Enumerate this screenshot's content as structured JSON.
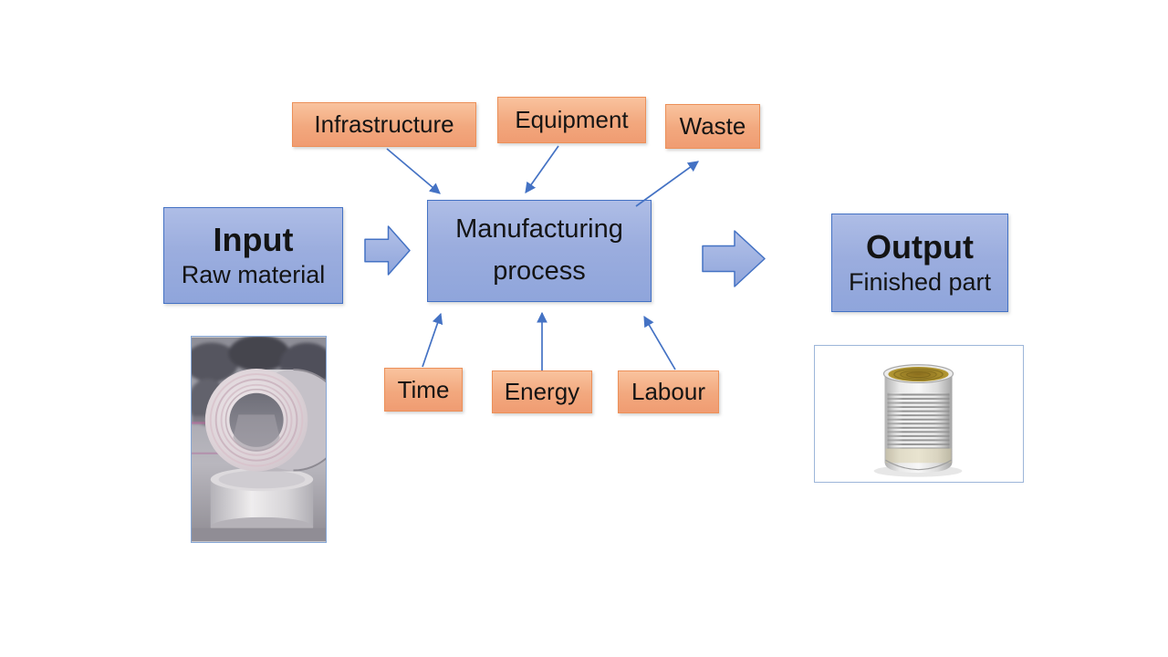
{
  "flow": {
    "input": {
      "title": "Input",
      "subtitle": "Raw material"
    },
    "process": {
      "title": "Manufacturing process"
    },
    "output": {
      "title": "Output",
      "subtitle": "Finished part"
    }
  },
  "top_factors": [
    {
      "label": "Infrastructure"
    },
    {
      "label": "Equipment"
    },
    {
      "label": "Waste"
    }
  ],
  "bottom_factors": [
    {
      "label": "Time"
    },
    {
      "label": "Energy"
    },
    {
      "label": "Labour"
    }
  ],
  "images": {
    "raw_material": "aluminium-coils-photo",
    "finished_part": "tin-can-photo"
  },
  "colors": {
    "factor_fill_top": "#F9C39E",
    "factor_fill_bottom": "#F09C72",
    "factor_border": "#EC9059",
    "flow_fill_top": "#AEBDE6",
    "flow_fill_bottom": "#8FA5DB",
    "flow_border": "#4472C4",
    "arrow": "#4472C4",
    "photo_frame_border": "#9DB6D9",
    "can_interior_gold": "#AD9230"
  }
}
